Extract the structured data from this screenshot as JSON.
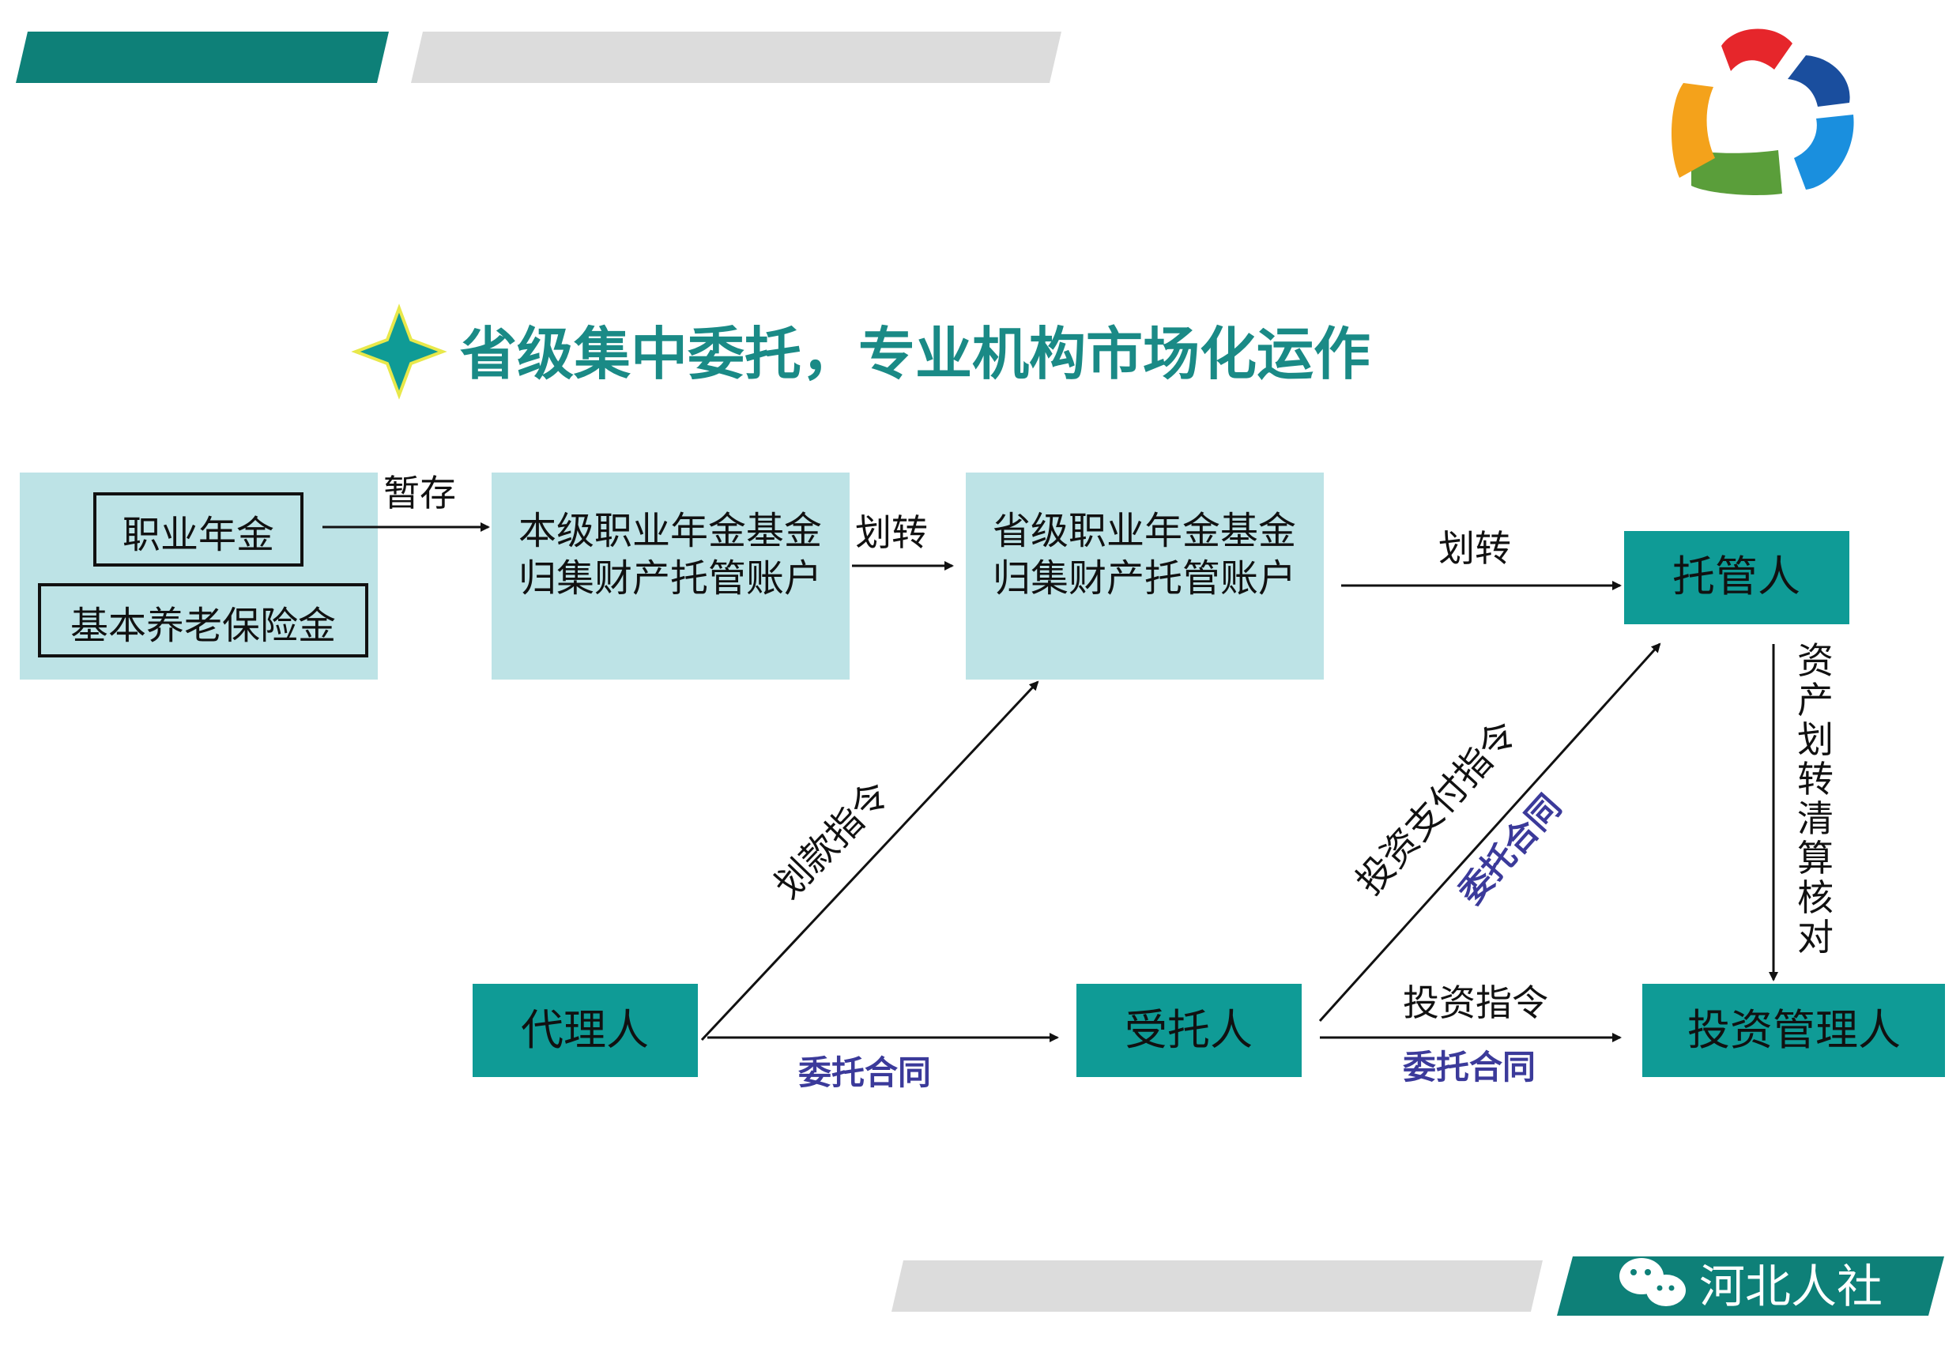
{
  "title": "省级集中委托，专业机构市场化运作",
  "watermark": "河北人社",
  "colors": {
    "teal": "#0f9b96",
    "dark_teal": "#0e8078",
    "light_box": "#bde3e6",
    "gray_bar": "#dcdcdc",
    "contract_text": "#3b3a9a",
    "title_text": "#1a8a86"
  },
  "nodes": {
    "occupational_annuity": "职业年金",
    "basic_pension": "基本养老保险金",
    "local_account": [
      "本级职业年金基金",
      "归集财产托管账户"
    ],
    "provincial_account": [
      "省级职业年金基金",
      "归集财产托管账户"
    ],
    "custodian": "托管人",
    "agent": "代理人",
    "trustee": "受托人",
    "investment_manager": "投资管理人"
  },
  "edges": {
    "temp_store": "暂存",
    "transfer_1": "划转",
    "transfer_2": "划转",
    "payment_instruction": "划款指令",
    "investment_payment_instruction": "投资支付指令",
    "entrust_contract_diag": "委托合同",
    "asset_transfer_check": [
      "资",
      "产",
      "划",
      "转",
      "清",
      "算",
      "核",
      "对"
    ],
    "entrust_contract_1": "委托合同",
    "investment_instruction": "投资指令",
    "entrust_contract_2": "委托合同"
  }
}
